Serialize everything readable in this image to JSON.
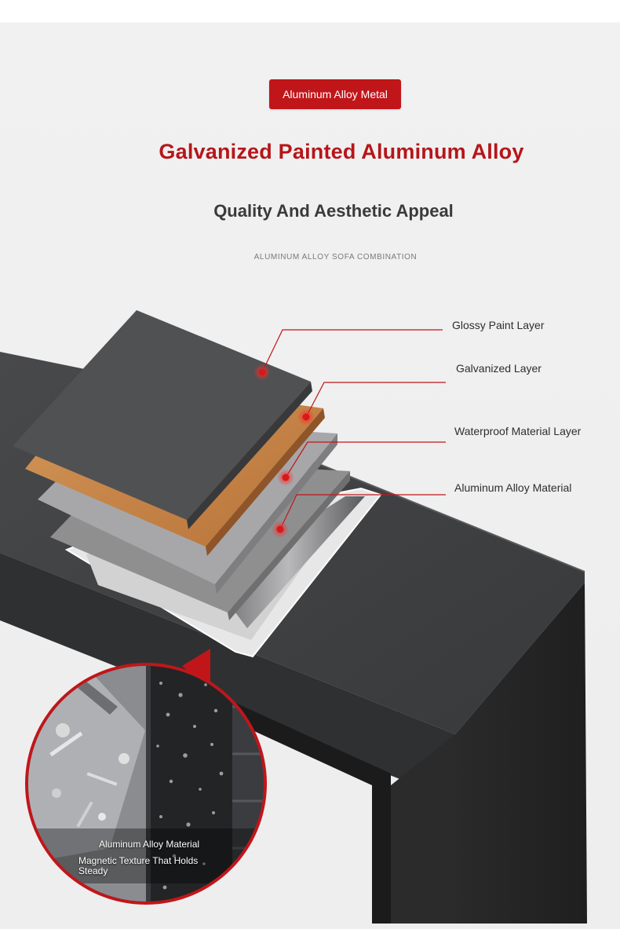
{
  "header": {
    "badge_label": "Aluminum Alloy Metal",
    "headline": "Galvanized Painted Aluminum Alloy",
    "subheadline": "Quality And Aesthetic Appeal",
    "tagline": "ALUMINUM ALLOY SOFA COMBINATION"
  },
  "layers": [
    {
      "label": "Glossy Paint Layer"
    },
    {
      "label": "Galvanized Layer"
    },
    {
      "label": "Waterproof Material Layer"
    },
    {
      "label": "Aluminum Alloy Material"
    }
  ],
  "inset": {
    "caption_title": "Aluminum Alloy Material",
    "caption_line1": "Magnetic Texture That Holds",
    "caption_line2": "Steady"
  },
  "colors": {
    "accent": "#c0161a",
    "headline": "#b5161a",
    "frame": "#3c3d3f",
    "wood": "#c98a4e"
  }
}
